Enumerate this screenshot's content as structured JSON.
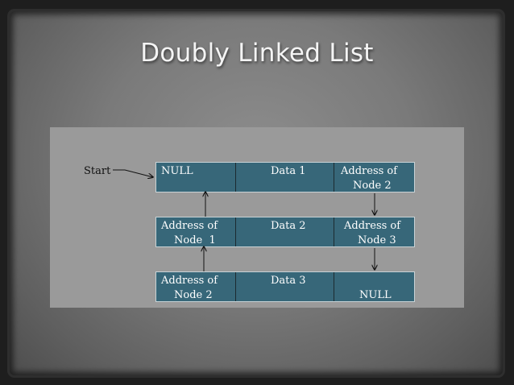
{
  "title": "Doubly Linked List",
  "start_label": "Start",
  "nodes": [
    {
      "prev": [
        "NULL",
        ""
      ],
      "data": "Data 1",
      "next": [
        "Address of",
        "Node 2"
      ]
    },
    {
      "prev": [
        "Address of",
        "Node  1"
      ],
      "data": "Data 2",
      "next": [
        "Address of",
        "Node 3"
      ]
    },
    {
      "prev": [
        "Address of",
        "Node 2"
      ],
      "data": "Data 3",
      "next": [
        "",
        "NULL"
      ]
    }
  ],
  "colors": {
    "node_fill": "#376779",
    "panel": "#9a9a9a",
    "frame": "#7a7a7a"
  }
}
